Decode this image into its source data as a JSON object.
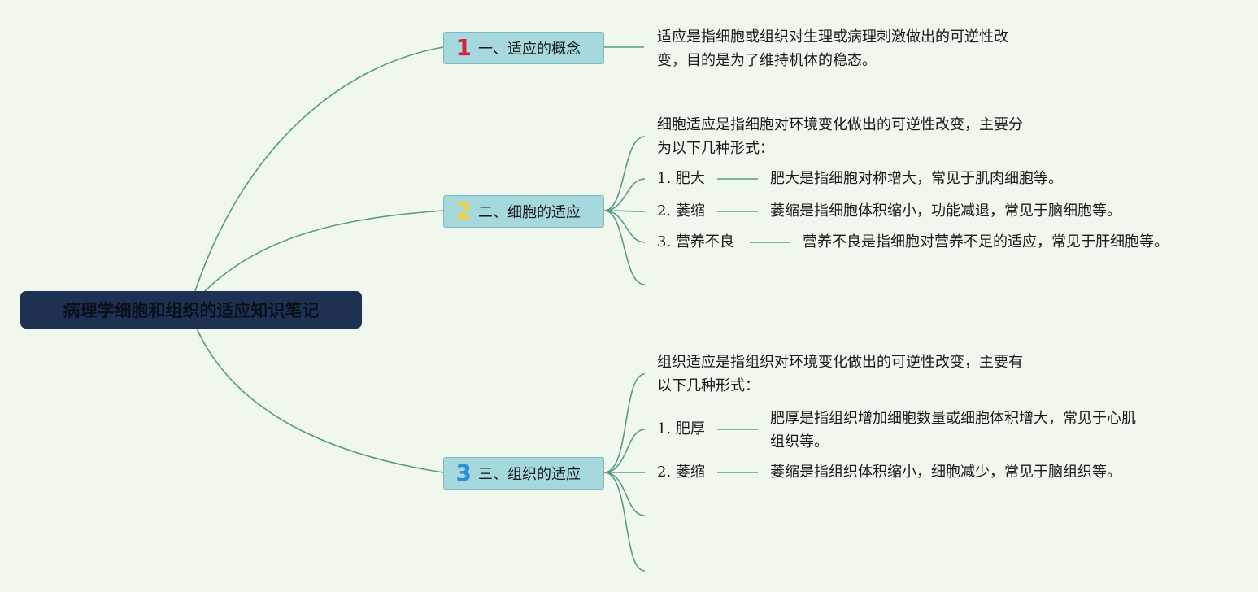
{
  "root": {
    "title": "病理学细胞和组织的适应知识笔记"
  },
  "colors": {
    "background": "#f0f8ee",
    "root_fill": "#1e3152",
    "branch_fill": "#a6d9de",
    "link": "#5a9a86",
    "num1": "#d6213a",
    "num2": "#f2d14b",
    "num3": "#2b8fd6"
  },
  "branches": [
    {
      "num": "1",
      "label": "一、适应的概念",
      "description": [
        "适应是指细胞或组织对生理或病理刺激做出的可逆性改",
        "变，目的是为了维持机体的稳态。"
      ]
    },
    {
      "num": "2",
      "label": "二、细胞的适应",
      "intro": [
        "细胞适应是指细胞对环境变化做出的可逆性改变，主要分",
        "为以下几种形式："
      ],
      "items": [
        {
          "num": "1.",
          "name": "肥大",
          "desc": [
            "肥大是指细胞对称增大，常见于肌肉细胞等。"
          ]
        },
        {
          "num": "2.",
          "name": "萎缩",
          "desc": [
            "萎缩是指细胞体积缩小，功能减退，常见于脑细胞等。"
          ]
        },
        {
          "num": "3.",
          "name": "营养不良",
          "desc": [
            "营养不良是指细胞对营养不足的适应，常见于肝细胞等。"
          ]
        }
      ]
    },
    {
      "num": "3",
      "label": "三、组织的适应",
      "intro": [
        "组织适应是指组织对环境变化做出的可逆性改变，主要有",
        "以下几种形式："
      ],
      "items": [
        {
          "num": "1.",
          "name": "肥厚",
          "desc": [
            "肥厚是指组织增加细胞数量或细胞体积增大，常见于心肌",
            "组织等。"
          ]
        },
        {
          "num": "2.",
          "name": "萎缩",
          "desc": [
            "萎缩是指组织体积缩小，细胞减少，常见于脑组织等。"
          ]
        }
      ]
    }
  ]
}
